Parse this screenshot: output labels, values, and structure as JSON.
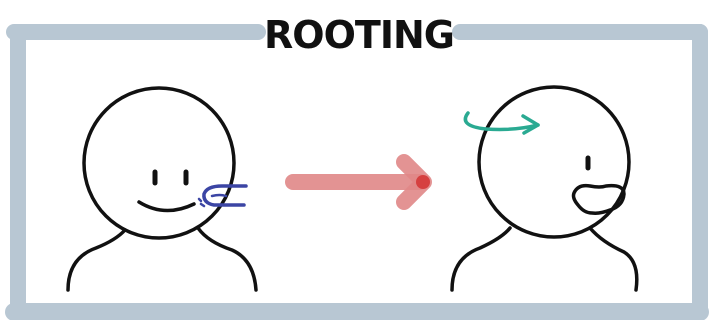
{
  "title": "ROOTING",
  "colors": {
    "frame": "#b8c7d3",
    "ink": "#111111",
    "finger": "#3b45a4",
    "arrow": "#e08787",
    "arrow_head": "#d64040",
    "turn_arrow": "#2aaa92"
  },
  "panels": [
    {
      "state": "finger touches cheek",
      "icons": [
        "smiling-face",
        "finger-icon"
      ]
    },
    {
      "state": "head turns toward touch with open mouth",
      "icons": [
        "open-mouth-face",
        "turn-arrow-icon"
      ]
    }
  ]
}
